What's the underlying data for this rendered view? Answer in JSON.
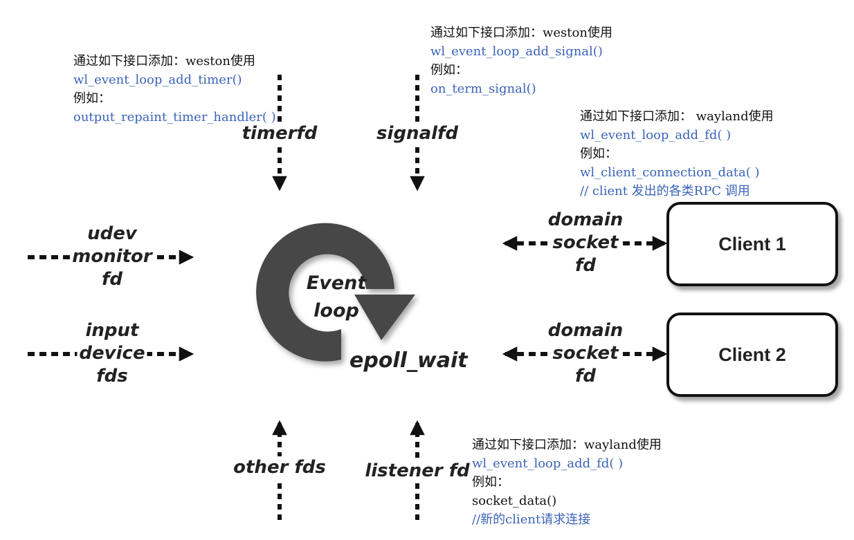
{
  "loop": {
    "title_line1": "Event",
    "title_line2": "loop",
    "call": "epoll_wait"
  },
  "sources": {
    "timerfd": "timerfd",
    "signalfd": "signalfd",
    "udev": [
      "udev",
      "monitor",
      "fd"
    ],
    "input": [
      "input",
      "device",
      "fds"
    ],
    "other": "other fds",
    "listener": "listener fd",
    "domain1": [
      "domain",
      "socket",
      "fd"
    ],
    "domain2": [
      "domain",
      "socket",
      "fd"
    ]
  },
  "clients": {
    "client1": "Client 1",
    "client2": "Client 2"
  },
  "notes": {
    "timer": {
      "line1": "通过如下接口添加：weston使用",
      "line2": "wl_event_loop_add_timer()",
      "line3": "例如：",
      "line4": "output_repaint_timer_handler( )"
    },
    "signal": {
      "line1": "通过如下接口添加：weston使用",
      "line2": "wl_event_loop_add_signal()",
      "line3": "例如：",
      "line4": "on_term_signal()"
    },
    "client_fd": {
      "line1": "通过如下接口添加： wayland使用",
      "line2": "wl_event_loop_add_fd( )",
      "line3": "例如：",
      "line4": "wl_client_connection_data( )",
      "line5": "// client 发出的各类RPC 调用"
    },
    "listener": {
      "line1": "通过如下接口添加：wayland使用",
      "line2": "wl_event_loop_add_fd( )",
      "line3": "例如：",
      "line4": "socket_data()",
      "line5": "//新的client请求连接"
    }
  },
  "colors": {
    "link_blue": "#3b63b8",
    "loop_gray": "#474747",
    "stroke": "#111111"
  }
}
